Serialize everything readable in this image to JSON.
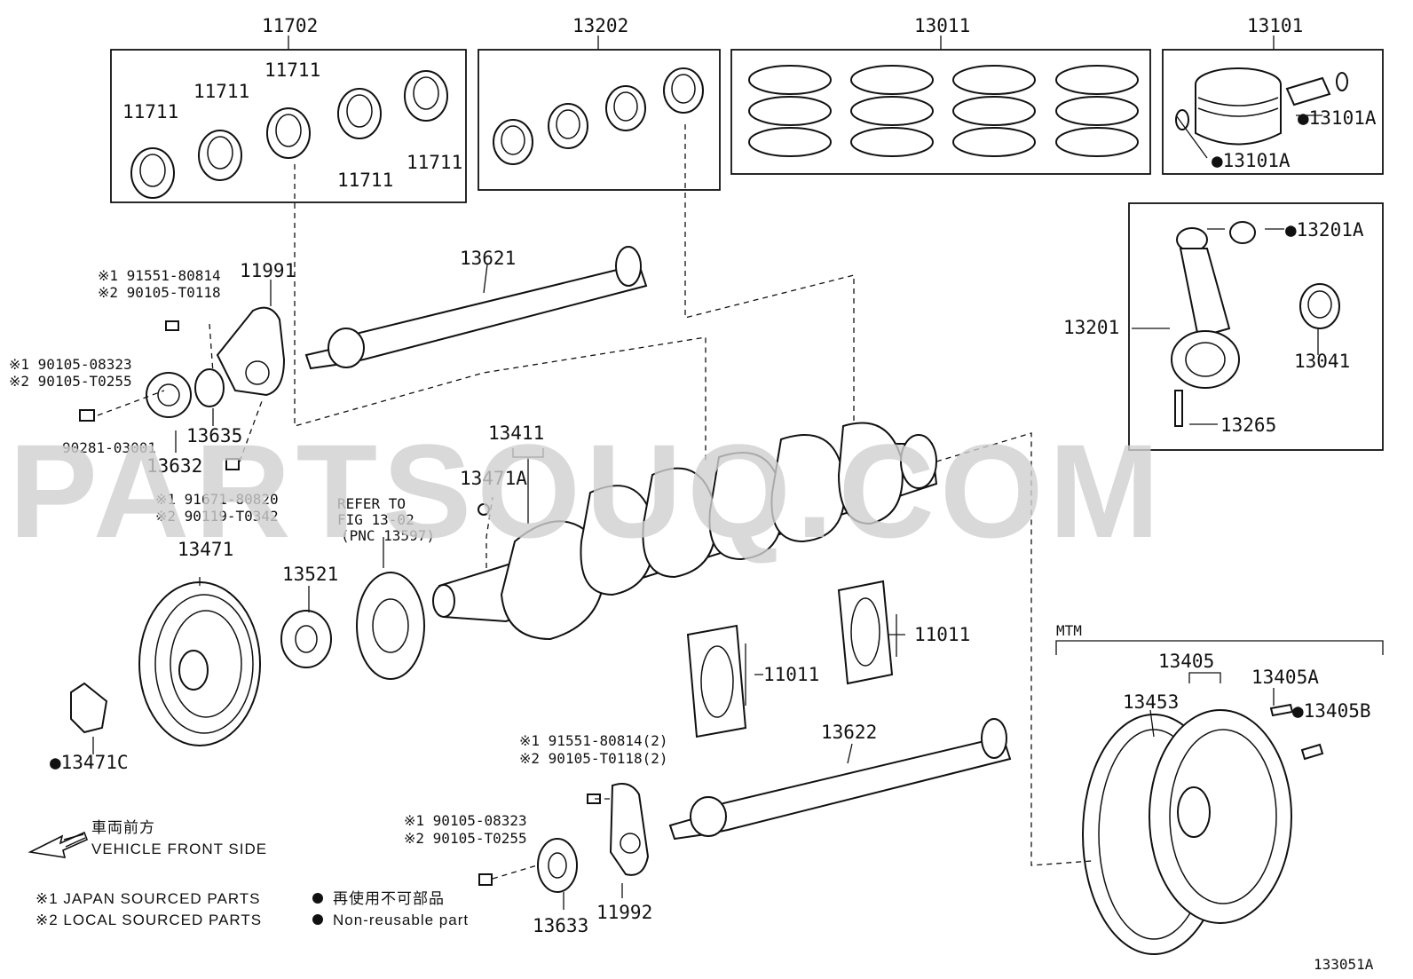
{
  "watermark": "PARTSOUQ.COM",
  "diagram_id": "133051A",
  "callouts": {
    "c11702": "11702",
    "c13202": "13202",
    "c13011": "13011",
    "c13101": "13101",
    "c11711_a": "11711",
    "c11711_b": "11711",
    "c11711_c": "11711",
    "c11711_d": "11711",
    "c11711_e": "11711",
    "c13101a_1": "●13101A",
    "c13101a_2": "●13101A",
    "c13201a": "●13201A",
    "c13201": "13201",
    "c13041": "13041",
    "c13265": "13265",
    "c13621": "13621",
    "c11991": "11991",
    "c13635": "13635",
    "c13632": "13632",
    "c90281": "90281-03001",
    "c13411": "13411",
    "c13471a": "13471A",
    "c13471": "13471",
    "c13521": "13521",
    "c13471c": "●13471C",
    "c11011_a": "11011",
    "c11011_b": "11011",
    "c13622": "13622",
    "c13633": "13633",
    "c11992": "11992",
    "c13405": "13405",
    "c13453": "13453",
    "c13405a": "13405A",
    "c13405b": "●13405B"
  },
  "sub_labels": {
    "bolt_top_1": "※1 91551-80814",
    "bolt_top_2": "※2 90105-T0118",
    "bolt_left_1": "※1 90105-08323",
    "bolt_left_2": "※2 90105-T0255",
    "bolt_mid_1": "※1 91671-80820",
    "bolt_mid_2": "※2 90119-T0342",
    "bolt_low_1": "※1 91551-80814(2)",
    "bolt_low_2": "※2 90105-T0118(2)",
    "bolt_lowleft_1": "※1 90105-08323",
    "bolt_lowleft_2": "※2 90105-T0255",
    "refer_1": "REFER TO",
    "refer_2": "FIG 13-02",
    "refer_3": "(PNC 13597)",
    "mtm": "MTM"
  },
  "legend": {
    "front_jp": "車両前方",
    "front_en": "VEHICLE FRONT SIDE",
    "japan_parts": "※1 JAPAN SOURCED PARTS",
    "local_parts": "※2 LOCAL SOURCED PARTS",
    "nonreuse_jp": "再使用不可部品",
    "nonreuse_en": "Non-reusable part"
  }
}
